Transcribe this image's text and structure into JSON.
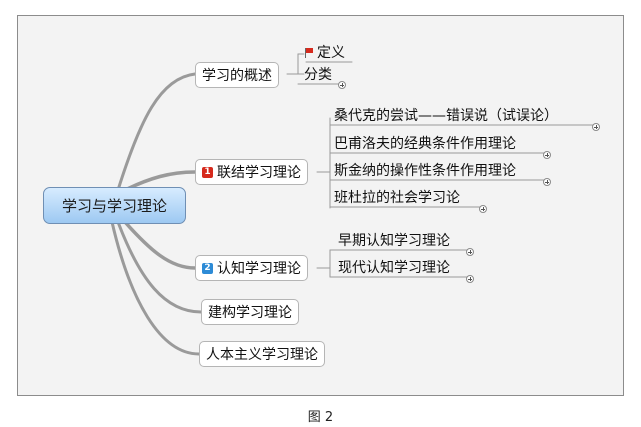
{
  "central": "学习与学习理论",
  "branches": [
    {
      "label": "学习的概述",
      "children": [
        "定义",
        "分类"
      ]
    },
    {
      "label": "联结学习理论",
      "priority": "1",
      "priority_color": "#d62a1d",
      "children": [
        "桑代克的尝试——错误说（试误论）",
        "巴甫洛夫的经典条件作用理论",
        "斯金纳的操作性条件作用理论",
        "班杜拉的社会学习论"
      ]
    },
    {
      "label": "认知学习理论",
      "priority": "2",
      "priority_color": "#2d8bd6",
      "children": [
        "早期认知学习理论",
        "现代认知学习理论"
      ]
    },
    {
      "label": "建构学习理论",
      "children": []
    },
    {
      "label": "人本主义学习理论",
      "children": []
    }
  ],
  "caption": "图 2",
  "colors": {
    "central_fill": "#9dc9f2",
    "connector": "#9a9a9a",
    "flag": "#d62a1d"
  },
  "icons": {
    "flag": "flag-icon",
    "expand": "expand-plus-icon"
  }
}
